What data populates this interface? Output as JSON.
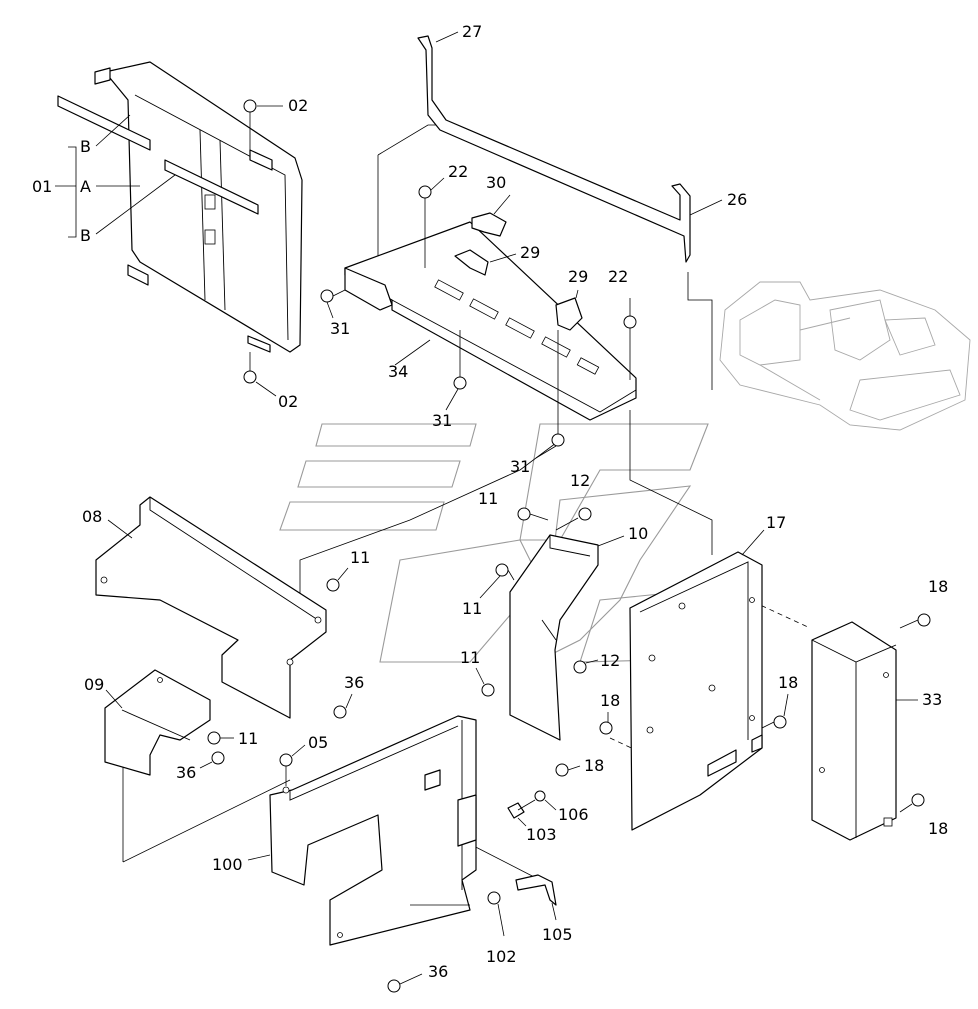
{
  "diagram": {
    "labels": {
      "l01": "01",
      "lA": "A",
      "lB1": "B",
      "lB2": "B",
      "l02a": "02",
      "l02b": "02",
      "l27": "27",
      "l26": "26",
      "l22a": "22",
      "l22b": "22",
      "l30": "30",
      "l29a": "29",
      "l29b": "29",
      "l31a": "31",
      "l31b": "31",
      "l31c": "31",
      "l34": "34",
      "l08": "08",
      "l09": "09",
      "l11a": "11",
      "l11b": "11",
      "l11c": "11",
      "l11d": "11",
      "l11e": "11",
      "l12a": "12",
      "l12b": "12",
      "l10": "10",
      "l17": "17",
      "l18a": "18",
      "l18b": "18",
      "l18c": "18",
      "l18d": "18",
      "l18e": "18",
      "l33": "33",
      "l36a": "36",
      "l36b": "36",
      "l36c": "36",
      "l05": "05",
      "l100": "100",
      "l103": "103",
      "l106": "106",
      "l102": "102",
      "l105": "105"
    }
  }
}
